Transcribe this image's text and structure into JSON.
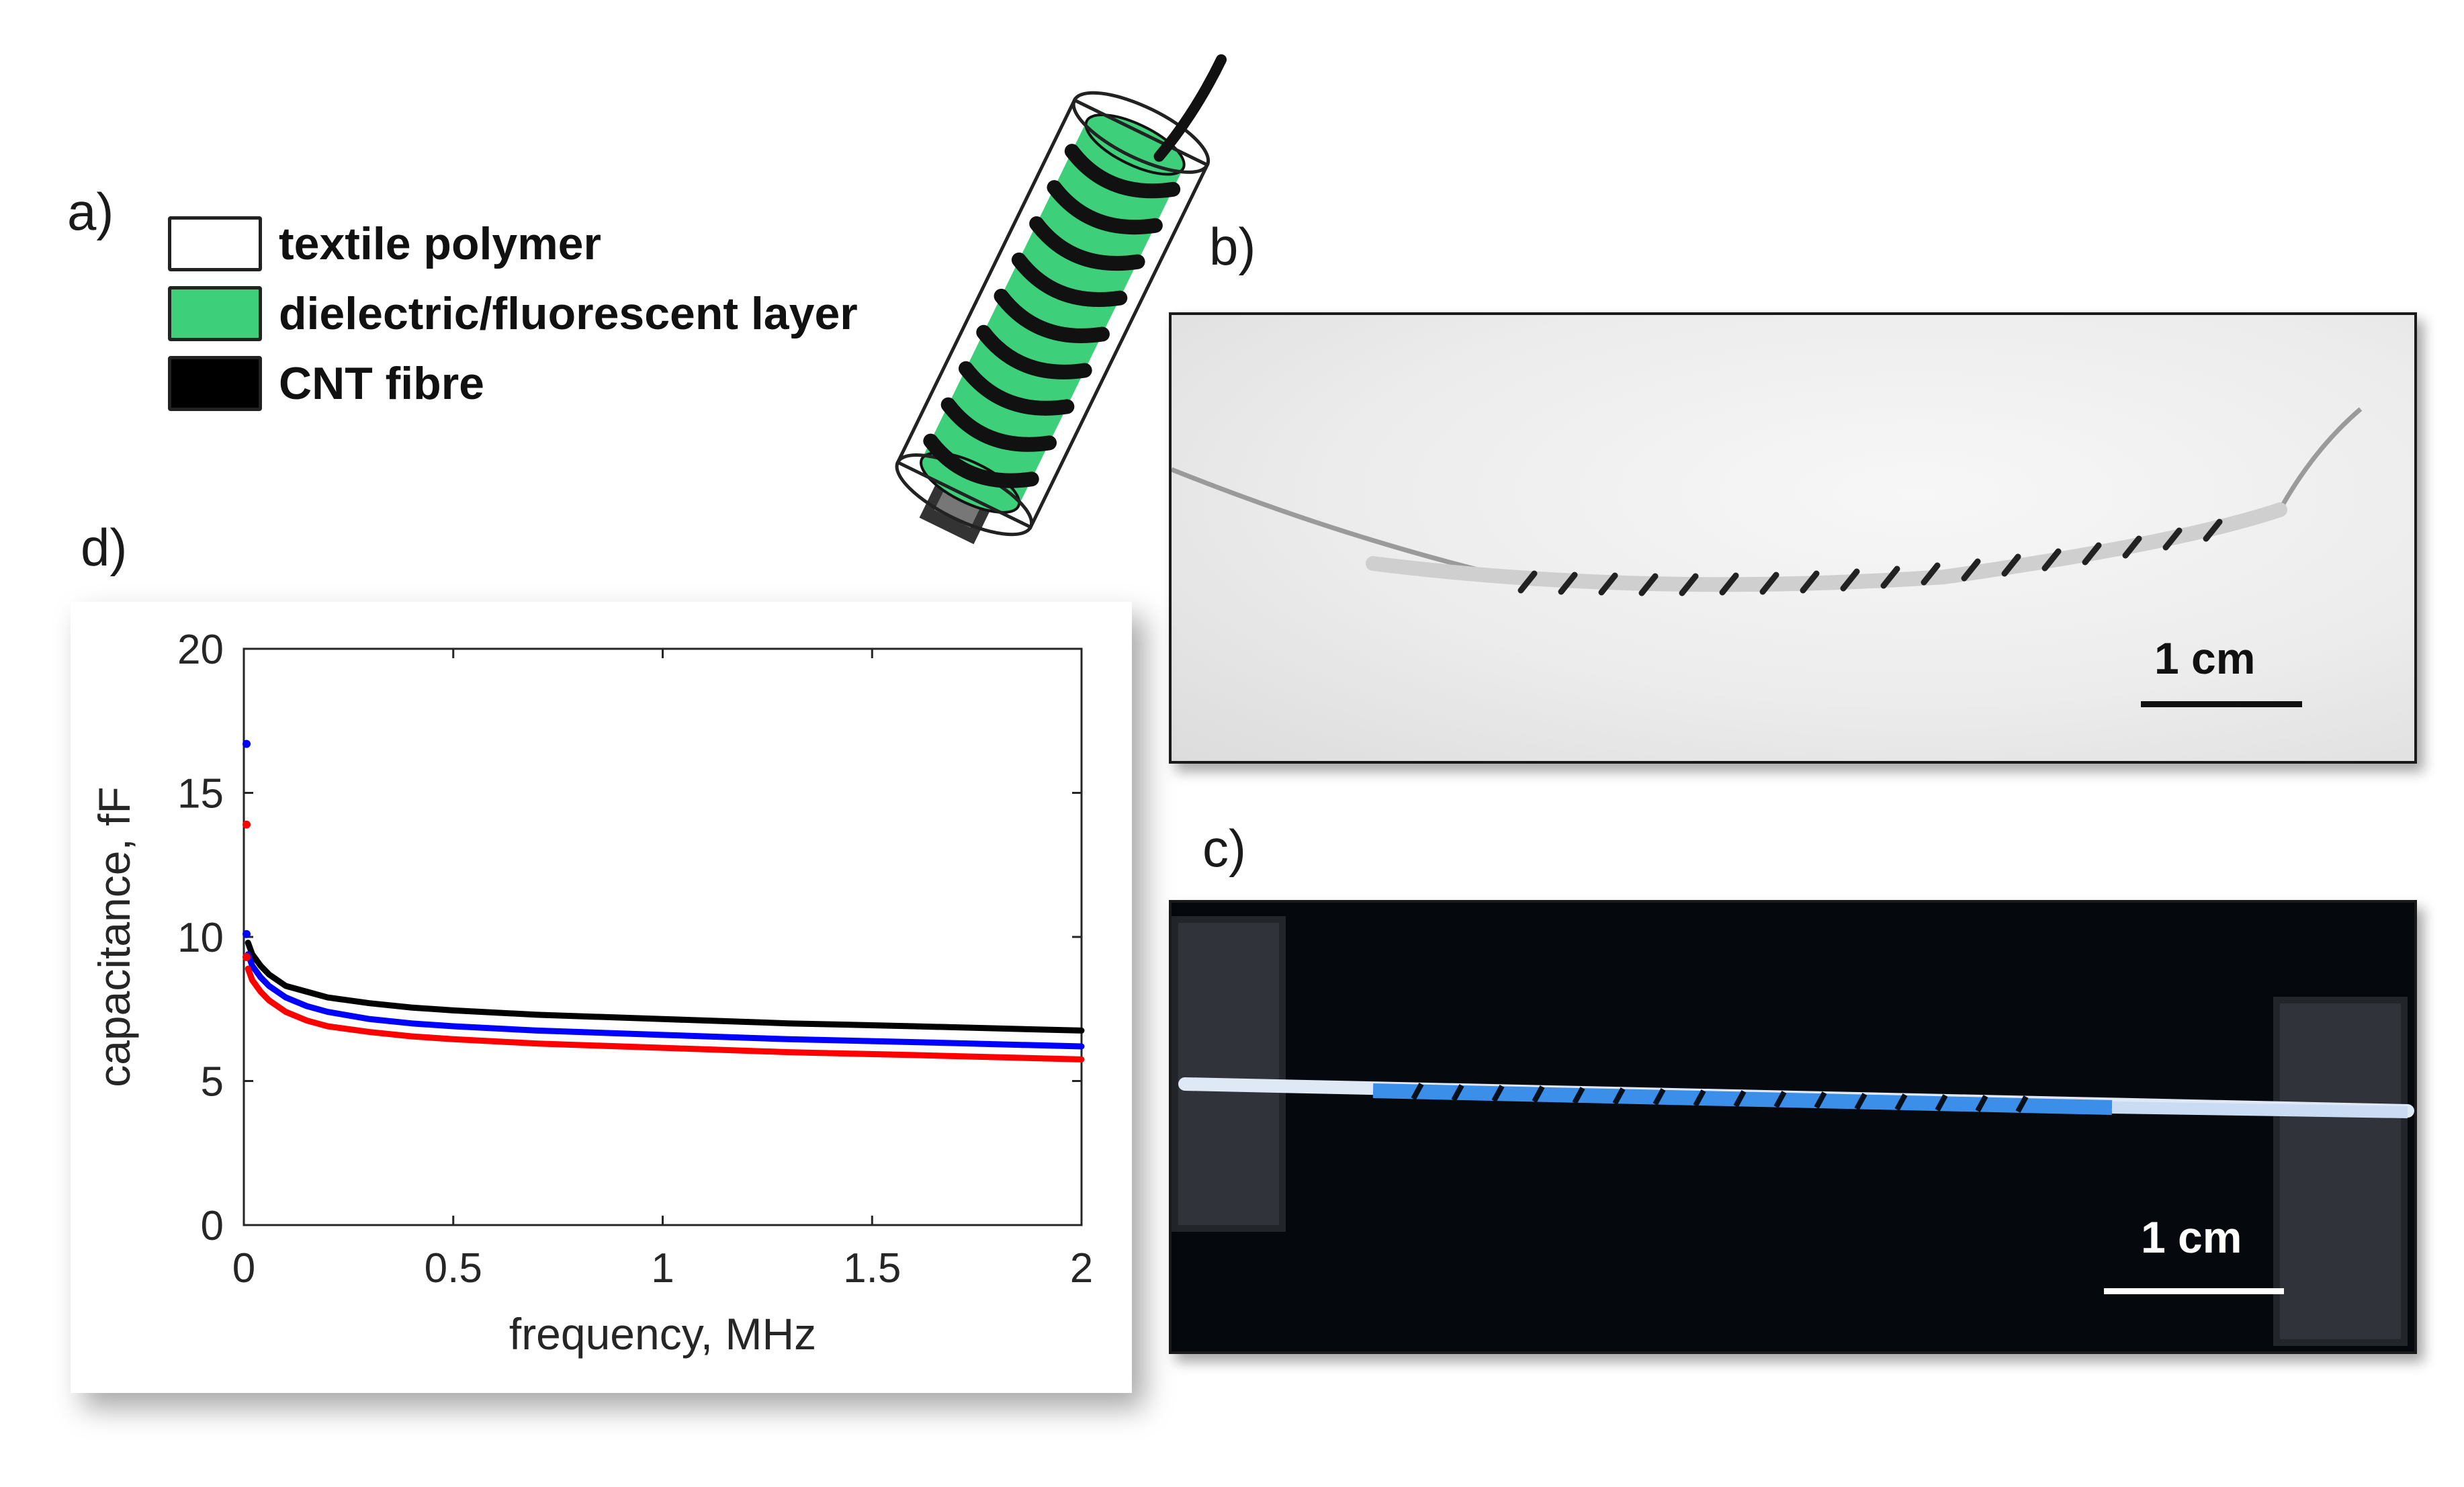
{
  "panels": {
    "a": "a)",
    "b": "b)",
    "c": "c)",
    "d": "d)"
  },
  "legend": {
    "items": [
      {
        "label": "textile polymer",
        "color": "#ffffff"
      },
      {
        "label": "dielectric/fluorescent layer",
        "color": "#3ecf7a"
      },
      {
        "label": "CNT fibre",
        "color": "#000000"
      }
    ]
  },
  "photo_b": {
    "scale_label": "1 cm"
  },
  "photo_c": {
    "scale_label": "1 cm"
  },
  "chart_data": {
    "type": "line",
    "title": "",
    "xlabel": "frequency, MHz",
    "ylabel": "capacitance, fF",
    "xlim": [
      0,
      2
    ],
    "ylim": [
      0,
      20
    ],
    "xticks": [
      "0",
      "0.5",
      "1",
      "1.5",
      "2"
    ],
    "yticks": [
      "0",
      "5",
      "10",
      "15",
      "20"
    ],
    "grid": false,
    "legend": "none",
    "x": [
      0.01,
      0.02,
      0.04,
      0.06,
      0.1,
      0.15,
      0.2,
      0.3,
      0.4,
      0.5,
      0.7,
      1.0,
      1.3,
      1.6,
      2.0
    ],
    "series": [
      {
        "color": "#000000",
        "values": [
          9.8,
          9.4,
          9.0,
          8.7,
          8.3,
          8.1,
          7.9,
          7.7,
          7.55,
          7.45,
          7.3,
          7.15,
          7.0,
          6.9,
          6.75
        ]
      },
      {
        "color": "#0000ff",
        "values": [
          9.4,
          9.0,
          8.6,
          8.3,
          7.9,
          7.6,
          7.4,
          7.15,
          7.0,
          6.9,
          6.75,
          6.6,
          6.45,
          6.35,
          6.2
        ]
      },
      {
        "color": "#ff0000",
        "values": [
          8.9,
          8.5,
          8.1,
          7.8,
          7.4,
          7.1,
          6.9,
          6.7,
          6.55,
          6.45,
          6.3,
          6.15,
          6.0,
          5.9,
          5.75
        ]
      }
    ],
    "initial_points": [
      {
        "x": 0.0,
        "y": 16.7,
        "color": "#0000ff"
      },
      {
        "x": 0.0,
        "y": 13.9,
        "color": "#ff0000"
      },
      {
        "x": 0.0,
        "y": 10.1,
        "color": "#0000ff"
      },
      {
        "x": 0.0,
        "y": 9.3,
        "color": "#ff0000"
      }
    ]
  }
}
